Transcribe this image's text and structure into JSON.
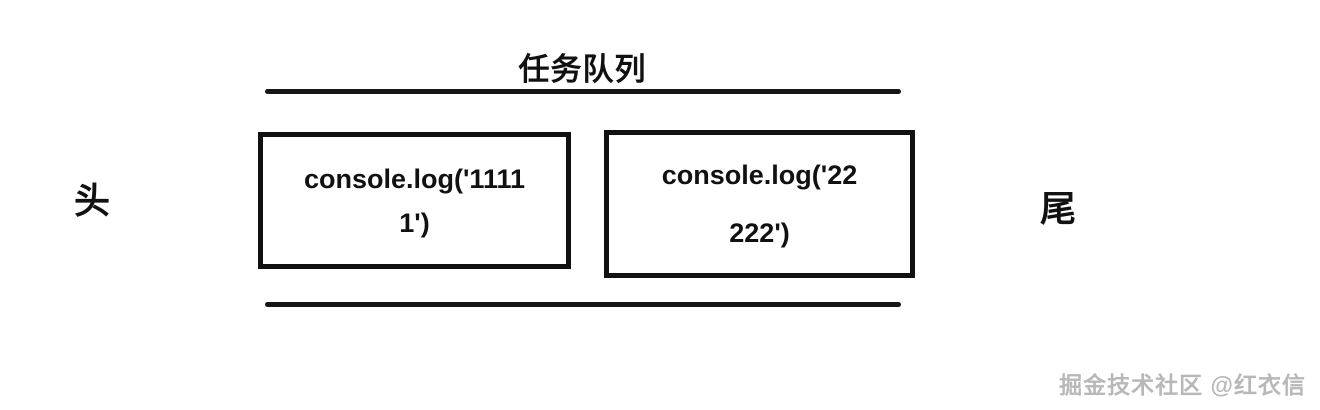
{
  "diagram": {
    "title": "任务队列",
    "head_label": "头",
    "tail_label": "尾",
    "queue_items": [
      {
        "code": "console.log('11111')",
        "line1": "console.log('1111",
        "line2": "1')"
      },
      {
        "code": "console.log('22222')",
        "line1": "console.log('22",
        "line2": "222')"
      }
    ],
    "watermark": "掘金技术社区 @红衣信",
    "colors": {
      "line": "#161616",
      "border": "#111111",
      "text": "#111111",
      "watermark": "#b8b8b8",
      "background": "#ffffff"
    }
  }
}
